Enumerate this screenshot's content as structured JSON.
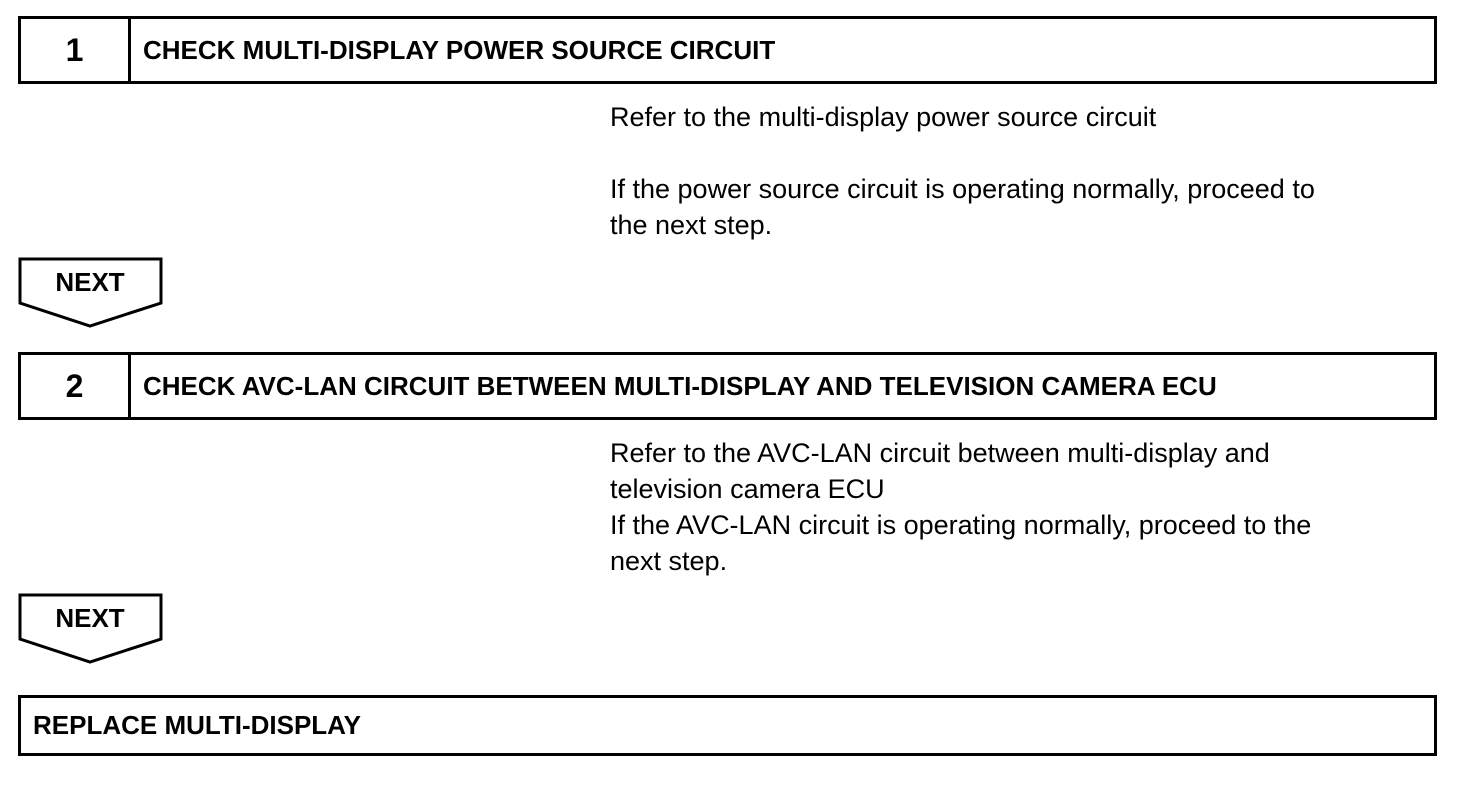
{
  "steps": [
    {
      "number": "1",
      "title": "CHECK MULTI-DISPLAY POWER SOURCE CIRCUIT",
      "para1": "Refer to the multi-display power source circuit",
      "para2_line1": "If the power source circuit is operating normally, proceed to",
      "para2_line2": "the next step."
    },
    {
      "number": "2",
      "title": "CHECK AVC-LAN CIRCUIT BETWEEN MULTI-DISPLAY AND TELEVISION CAMERA ECU",
      "line1": "Refer to the AVC-LAN circuit between multi-display and",
      "line2": "television camera ECU",
      "line3": "If the AVC-LAN circuit is operating normally, proceed to the",
      "line4": "next step."
    }
  ],
  "next_label": "NEXT",
  "final_action": "REPLACE MULTI-DISPLAY"
}
